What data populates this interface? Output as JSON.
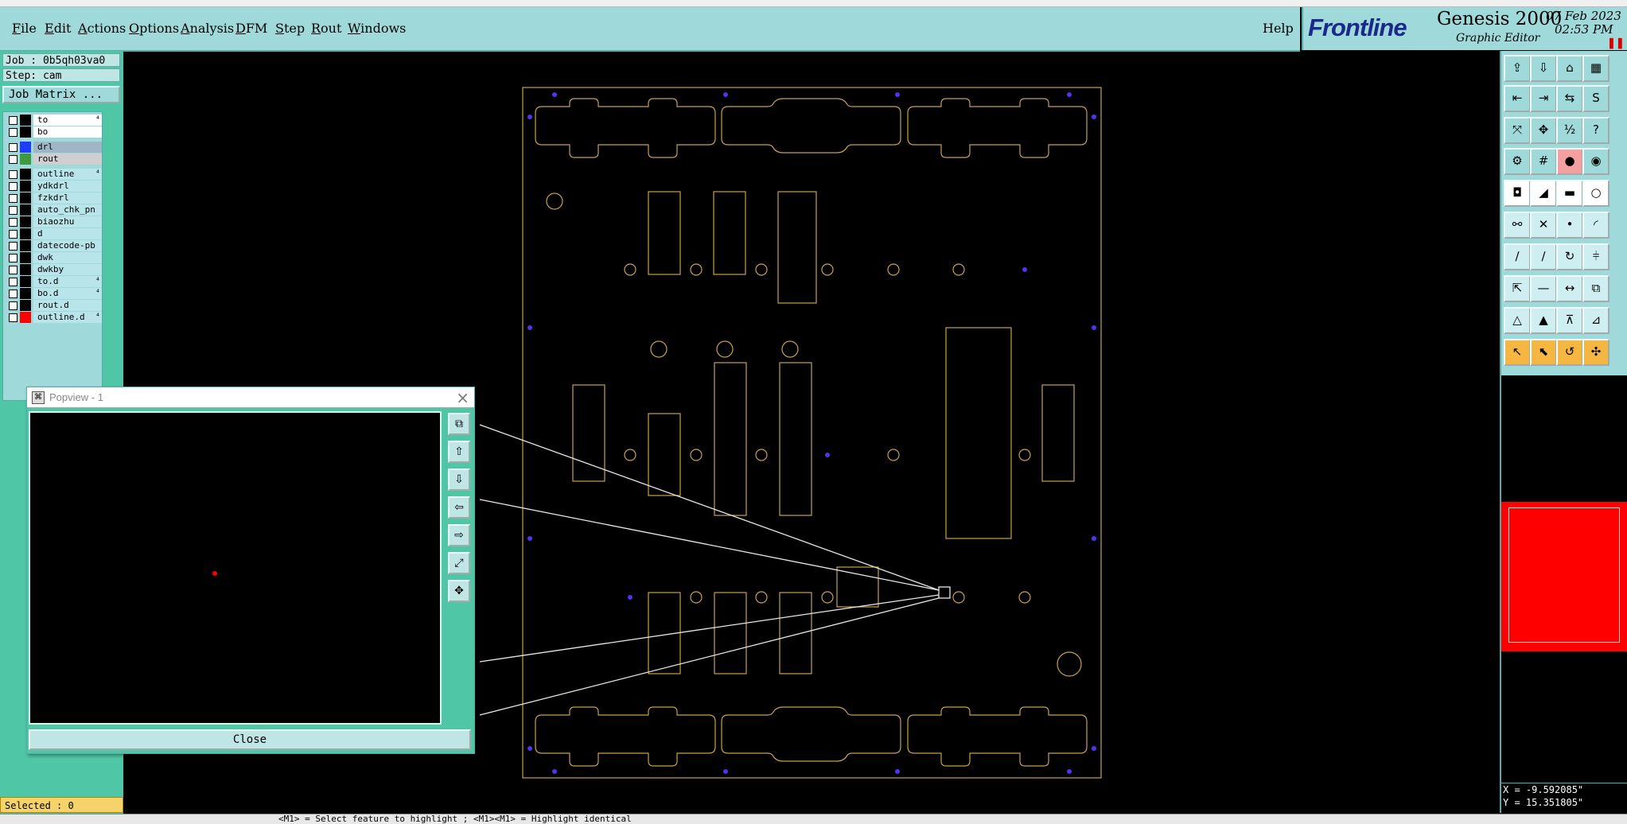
{
  "menu": {
    "items": [
      {
        "label": "File",
        "u": "F",
        "rest": "ile"
      },
      {
        "label": "Edit",
        "u": "E",
        "rest": "dit"
      },
      {
        "label": "Actions",
        "u": "A",
        "rest": "ctions"
      },
      {
        "label": "Options",
        "u": "O",
        "rest": "ptions"
      },
      {
        "label": "Analysis",
        "u": "A",
        "rest": "nalysis"
      },
      {
        "label": "DFM",
        "u": "D",
        "rest": "FM"
      },
      {
        "label": "Step",
        "u": "S",
        "rest": "tep"
      },
      {
        "label": "Rout",
        "u": "R",
        "rest": "out"
      },
      {
        "label": "Windows",
        "u": "W",
        "rest": "indows"
      }
    ],
    "help": "Help"
  },
  "logo": {
    "brand": "Frontline",
    "product": "Genesis 2000",
    "subtitle": "Graphic Editor",
    "date": "07 Feb 2023",
    "time": "02:53 PM",
    "pause_icon": "pause-icon"
  },
  "job": {
    "job_label": "Job : 0b5qh03va0",
    "step_label": "Step: cam",
    "matrix_button": "Job Matrix ..."
  },
  "layers": [
    {
      "name": "to",
      "color": "#000000",
      "style": "white",
      "flag": "⁴"
    },
    {
      "name": "bo",
      "color": "#000000",
      "style": "white",
      "flag": ""
    },
    {
      "name": "drl",
      "color": "#1e3cff",
      "style": "bluegrey",
      "flag": ""
    },
    {
      "name": "rout",
      "color": "#3f9a3f",
      "style": "grey",
      "flag": ""
    },
    {
      "name": "outline",
      "color": "#000000",
      "style": "normal",
      "flag": "⁴"
    },
    {
      "name": "ydkdrl",
      "color": "#000000",
      "style": "normal",
      "flag": ""
    },
    {
      "name": "fzkdrl",
      "color": "#000000",
      "style": "normal",
      "flag": ""
    },
    {
      "name": "auto_chk_pn",
      "color": "#000000",
      "style": "normal",
      "flag": ""
    },
    {
      "name": "biaozhu",
      "color": "#000000",
      "style": "normal",
      "flag": ""
    },
    {
      "name": "d",
      "color": "#000000",
      "style": "normal",
      "flag": ""
    },
    {
      "name": "datecode-pb",
      "color": "#000000",
      "style": "normal",
      "flag": ""
    },
    {
      "name": "dwk",
      "color": "#000000",
      "style": "normal",
      "flag": ""
    },
    {
      "name": "dwkby",
      "color": "#000000",
      "style": "normal",
      "flag": ""
    },
    {
      "name": "to.d",
      "color": "#000000",
      "style": "normal",
      "flag": "⁴"
    },
    {
      "name": "bo.d",
      "color": "#000000",
      "style": "normal",
      "flag": "⁴"
    },
    {
      "name": "rout.d",
      "color": "#000000",
      "style": "normal",
      "flag": ""
    },
    {
      "name": "outline.d",
      "color": "#ff0000",
      "style": "normal",
      "flag": "⁴"
    }
  ],
  "selected": "Selected : 0",
  "popview": {
    "title": "Popview - 1",
    "close_button": "Close",
    "side_icons": [
      "zoom-window-icon",
      "pan-up-icon",
      "pan-down-icon",
      "pan-left-icon",
      "pan-right-icon",
      "zoom-fit-icon",
      "zoom-center-icon"
    ]
  },
  "toolbar": {
    "rows": [
      [
        "layer-up-icon",
        "layer-down-icon",
        "home-icon",
        "grid-view-icon"
      ],
      [
        "move-left-icon",
        "move-right-icon",
        "swap-icon",
        "step-icon"
      ],
      [
        "zoom-extent-icon",
        "zoom-center-icon",
        "scale-icon",
        "help-icon"
      ],
      [
        "settings-icon",
        "snap-grid-icon",
        "pad-red-icon",
        "pad-blue-icon"
      ],
      [
        "select-pad-icon",
        "select-line-icon",
        "measure-icon",
        "circle-icon"
      ],
      [
        "connect-icon",
        "cross-icon",
        "node-icon",
        "arc-icon"
      ],
      [
        "line-red-icon",
        "line-blue-icon",
        "arc-tool-icon",
        "split-icon"
      ],
      [
        "move-feature-icon",
        "trim-icon",
        "dimension-icon",
        "copy-icon"
      ],
      [
        "triangle-icon",
        "triangle-alt-icon",
        "triangle-top-icon",
        "triangle-measure-icon"
      ],
      [
        "pointer-icon",
        "pointer-select-icon",
        "pointer-rotate-icon",
        "pointer-move-icon"
      ]
    ]
  },
  "coords": {
    "x": "X = -9.592085\"",
    "y": "Y = 15.351805\""
  },
  "status_message": "<M1> = Select feature to highlight ; <M1><M1> = Highlight identical"
}
